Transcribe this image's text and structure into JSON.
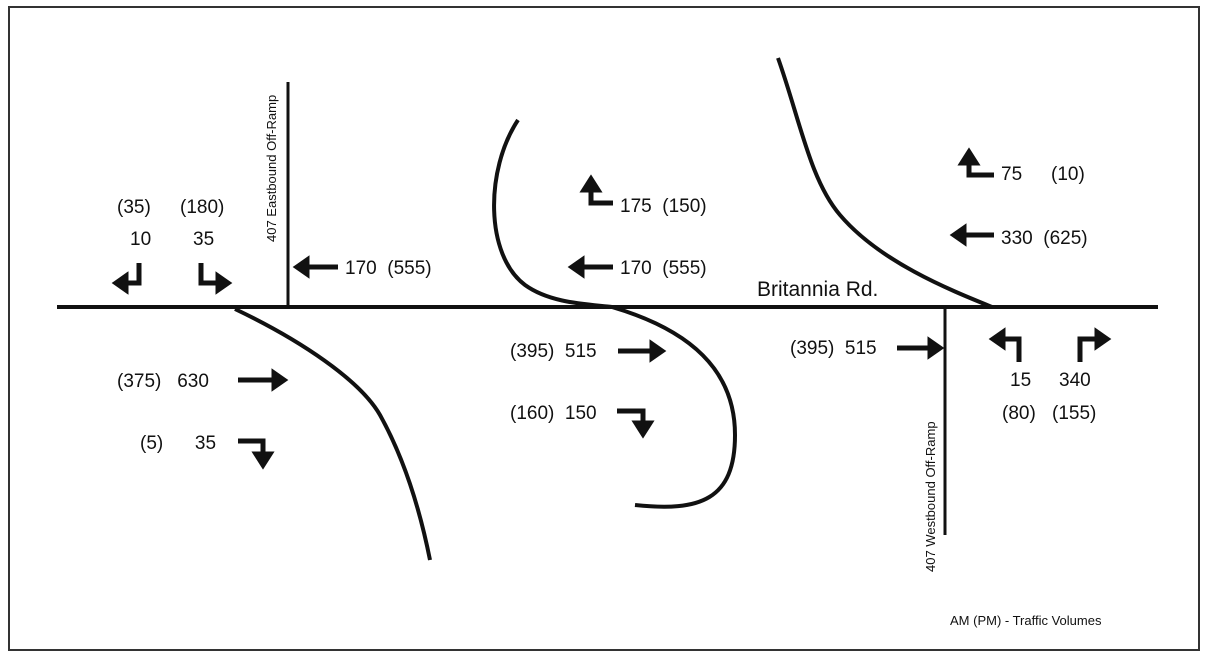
{
  "road": {
    "main": "Britannia Rd."
  },
  "ramps": {
    "eastbound": "407 Eastbound Off-Ramp",
    "westbound": "407 Westbound Off-Ramp"
  },
  "legend": "AM (PM) - Traffic Volumes",
  "volumes": {
    "eb_ramp_left_pm": "(35)",
    "eb_ramp_left_am": "10",
    "eb_ramp_right_pm": "(180)",
    "eb_ramp_right_am": "35",
    "wb_west_of_eb_ramp": "170  (555)",
    "wb_mid_left": "175  (150)",
    "wb_mid_through": "170  (555)",
    "wb_east_left": "75",
    "wb_east_left_pm": "(10)",
    "wb_east_through": "330  (625)",
    "eb_west_through": "(375)   630",
    "eb_west_right": "(5)      35",
    "eb_mid_through": "(395)  515",
    "eb_mid_right": "(160)  150",
    "eb_east_through": "(395)  515",
    "wb_ramp_left_am": "15",
    "wb_ramp_right_am": "340",
    "wb_ramp_left_pm": "(80)",
    "wb_ramp_right_pm": "(155)"
  }
}
